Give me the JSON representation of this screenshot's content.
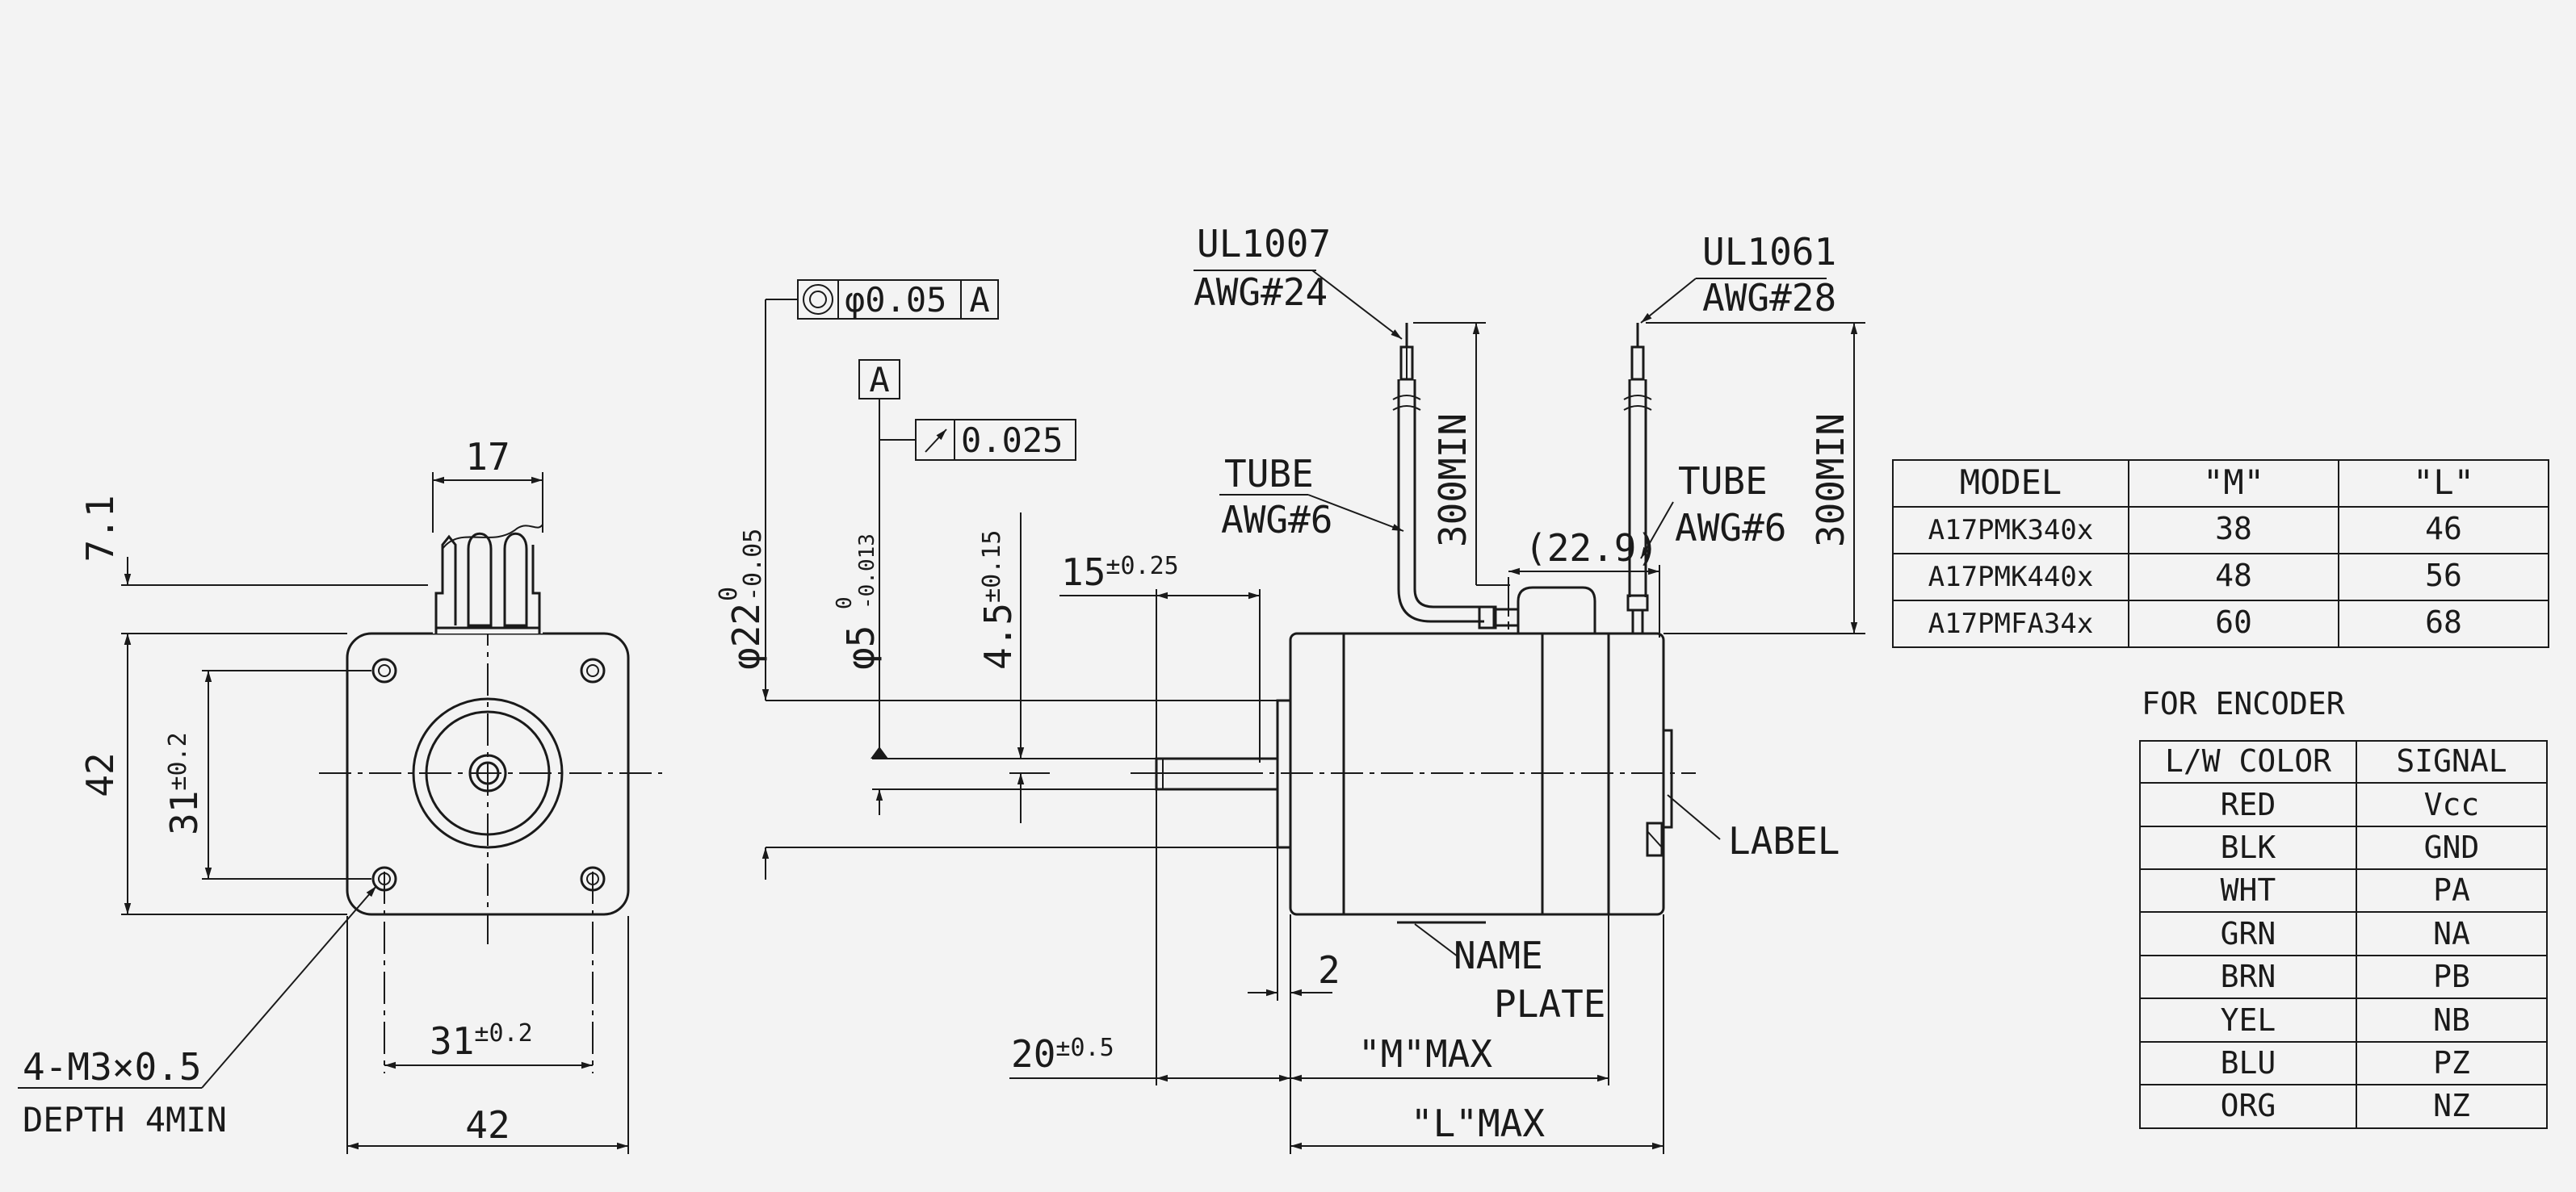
{
  "front_view": {
    "dim_width_top": "17",
    "dim_height_top": "7.1",
    "dim_height": "42",
    "dim_bolt_vertical": "31",
    "dim_bolt_vertical_tol": "±0.2",
    "dim_bolt_horizontal": "31",
    "dim_bolt_horizontal_tol": "±0.2",
    "dim_width": "42",
    "thread_note_line1": "4-M3×0.5",
    "thread_note_line2": "DEPTH 4MIN"
  },
  "side_view": {
    "gdt_concentricity_value": "φ0.05",
    "gdt_concentricity_datum": "A",
    "datum_label": "A",
    "gdt_runout_value": "0.025",
    "dim_pilot_dia": "φ22",
    "dim_pilot_dia_tol_upper": "0",
    "dim_pilot_dia_tol_lower": "-0.05",
    "dim_shaft_dia": "φ5",
    "dim_shaft_dia_tol_upper": "0",
    "dim_shaft_dia_tol_lower": "-0.013",
    "dim_flat": "4.5",
    "dim_flat_tol": "±0.15",
    "dim_flat_length": "15",
    "dim_flat_length_tol": "±0.25",
    "dim_shaft_length": "20",
    "dim_shaft_length_tol": "±0.5",
    "dim_pilot_depth": "2",
    "dim_m_max": "\"M\"MAX",
    "dim_l_max": "\"L\"MAX",
    "dim_connector": "(22.9)",
    "lead1_spec_line1": "UL1007",
    "lead1_spec_line2": "AWG#24",
    "lead2_spec_line1": "UL1061",
    "lead2_spec_line2": "AWG#28",
    "tube1_line1": "TUBE",
    "tube1_line2": "AWG#6",
    "tube2_line1": "TUBE",
    "tube2_line2": "AWG#6",
    "lead1_length": "300MIN",
    "lead2_length": "300MIN",
    "label_callout": "LABEL",
    "nameplate_line1": "NAME",
    "nameplate_line2": "PLATE"
  },
  "model_table": {
    "headers": [
      "MODEL",
      "\"M\"",
      "\"L\""
    ],
    "rows": [
      [
        "A17PMK340x",
        "38",
        "46"
      ],
      [
        "A17PMK440x",
        "48",
        "56"
      ],
      [
        "A17PMFA34x",
        "60",
        "68"
      ]
    ]
  },
  "encoder_table": {
    "title": "FOR ENCODER",
    "headers": [
      "L/W COLOR",
      "SIGNAL"
    ],
    "rows": [
      [
        "RED",
        "Vcc"
      ],
      [
        "BLK",
        "GND"
      ],
      [
        "WHT",
        "PA"
      ],
      [
        "GRN",
        "NA"
      ],
      [
        "BRN",
        "PB"
      ],
      [
        "YEL",
        "NB"
      ],
      [
        "BLU",
        "PZ"
      ],
      [
        "ORG",
        "NZ"
      ]
    ]
  }
}
